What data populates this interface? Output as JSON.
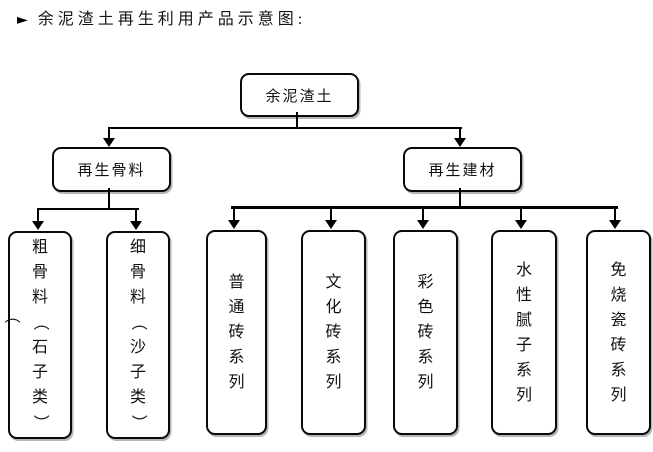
{
  "title": {
    "bullet": "►",
    "text": "余泥渣土再生利用产品示意图:"
  },
  "diagram": {
    "root": {
      "label": "余泥渣土"
    },
    "branches": [
      {
        "label": "再生骨料"
      },
      {
        "label": "再生建材"
      }
    ],
    "leaves": [
      {
        "label": "粗骨料（石子类）",
        "parent": "再生骨料"
      },
      {
        "label": "细骨料（沙子类）",
        "parent": "再生骨料"
      },
      {
        "label": "普通砖系列",
        "parent": "再生建材"
      },
      {
        "label": "文化砖系列",
        "parent": "再生建材"
      },
      {
        "label": "彩色砖系列",
        "parent": "再生建材"
      },
      {
        "label": "水性腻子系列",
        "parent": "再生建材"
      },
      {
        "label": "免烧瓷砖系列",
        "parent": "再生建材"
      }
    ],
    "stray_paren": "（"
  },
  "colors": {
    "line": "#000000",
    "box_border": "#0a0a0a",
    "text": "#141414",
    "background": "#ffffff"
  }
}
